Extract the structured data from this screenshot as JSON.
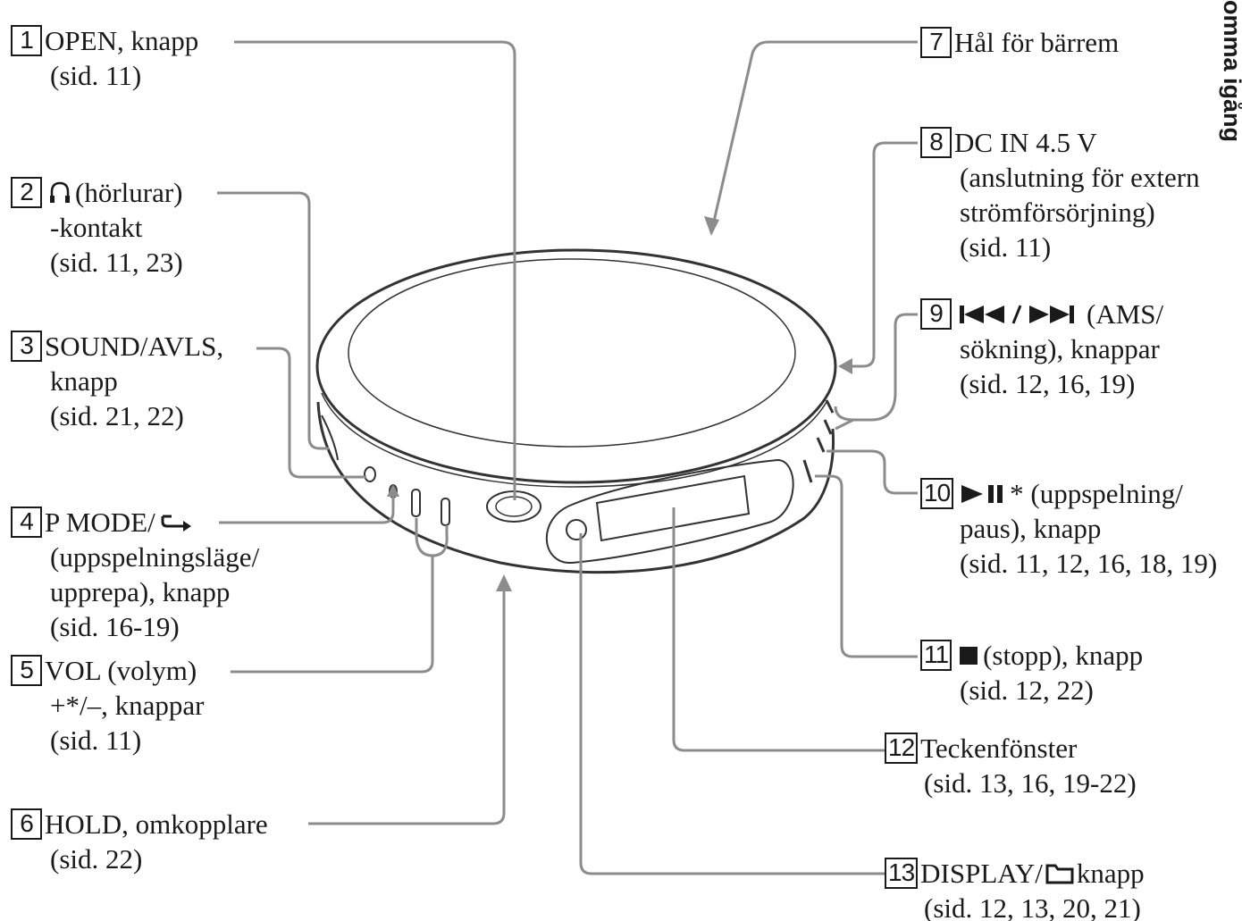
{
  "side_tab": "omma igång",
  "callouts": [
    {
      "num": "1",
      "lines": [
        "OPEN, knapp",
        "(sid. 11)"
      ]
    },
    {
      "num": "2",
      "lines": [
        "(hörlurar)",
        "-kontakt",
        "(sid. 11, 23)"
      ]
    },
    {
      "num": "3",
      "lines": [
        "SOUND/AVLS,",
        "knapp",
        "(sid. 21, 22)"
      ]
    },
    {
      "num": "4",
      "lines": [
        "P MODE/",
        "(uppspelningsläge/",
        "upprepa), knapp",
        "(sid. 16-19)"
      ]
    },
    {
      "num": "5",
      "lines": [
        "VOL (volym)",
        "+*/–, knappar",
        "(sid. 11)"
      ]
    },
    {
      "num": "6",
      "lines": [
        "HOLD, omkopplare",
        "(sid. 22)"
      ]
    },
    {
      "num": "7",
      "lines": [
        "Hål för bärrem"
      ]
    },
    {
      "num": "8",
      "lines": [
        "DC IN 4.5 V",
        "(anslutning för extern",
        "strömförsörjning)",
        "(sid. 11)"
      ]
    },
    {
      "num": "9",
      "lines": [
        "(AMS/",
        "sökning), knappar",
        "(sid. 12, 16, 19)"
      ]
    },
    {
      "num": "10",
      "lines": [
        "* (uppspelning/",
        "paus), knapp",
        "(sid. 11, 12, 16, 18, 19)"
      ]
    },
    {
      "num": "11",
      "lines": [
        "(stopp), knapp",
        "(sid. 12, 22)"
      ]
    },
    {
      "num": "12",
      "lines": [
        "Teckenfönster",
        "(sid. 13, 16, 19-22)"
      ]
    },
    {
      "num": "13",
      "lines": [
        "DISPLAY/",
        "knapp",
        "(sid. 12, 13, 20, 21)"
      ]
    }
  ],
  "icons": {
    "c2": "headphones-icon",
    "c4": "repeat-arrow-icon",
    "c9": "prev-next-track-icon",
    "c10": "play-pause-icon",
    "c11": "stop-icon",
    "c13": "folder-icon"
  },
  "colors": {
    "text": "#1a1a1a",
    "leader": "#8c8c8c",
    "device": "#333333"
  }
}
